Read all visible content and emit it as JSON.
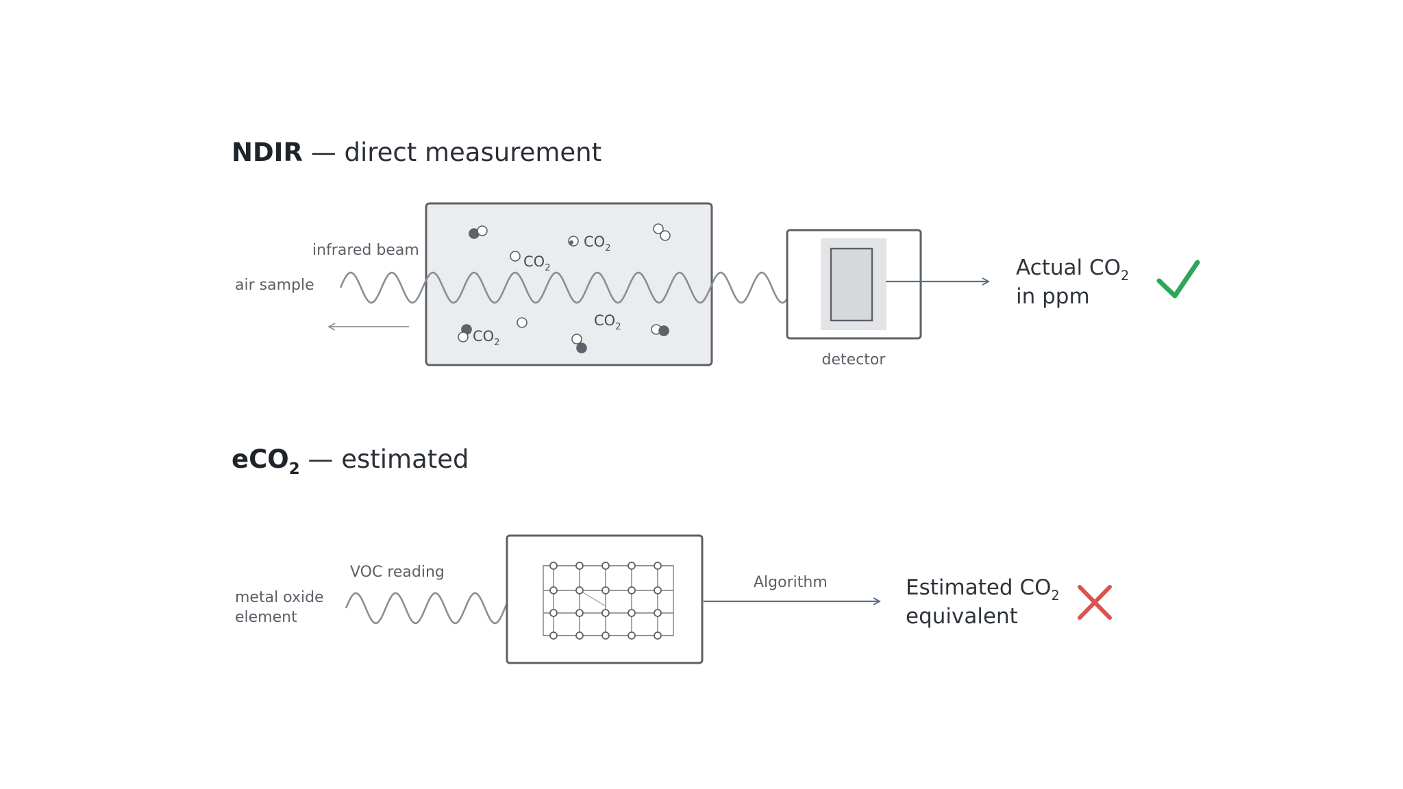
{
  "ndir": {
    "title_strong": "NDIR",
    "title_rest": " — direct measurement",
    "labels": {
      "infrared_beam": "infrared beam",
      "air_sample": "air sample",
      "detector": "detector"
    },
    "molecule_text": "CO",
    "molecule_sub": "2",
    "result_line1_main": "Actual CO",
    "result_line1_sub": "2",
    "result_line2": "in ppm",
    "verdict_icon": "checkmark-icon",
    "verdict_color": "#2fa55a"
  },
  "eco2": {
    "title_strong_main": "eCO",
    "title_strong_sub": "2",
    "title_rest": " — estimated",
    "labels": {
      "voc_reading": "VOC reading",
      "element_line1": "metal oxide",
      "element_line2": "element",
      "algorithm": "Algorithm"
    },
    "result_line1_main": "Estimated CO",
    "result_line1_sub": "2",
    "result_line2": "equivalent",
    "verdict_icon": "cross-icon",
    "verdict_color": "#d9534f"
  },
  "colors": {
    "stroke": "#5b6168",
    "chamber_fill": "#ebecee",
    "wave": "#8a8d91",
    "arrow": "#5c6f85"
  }
}
